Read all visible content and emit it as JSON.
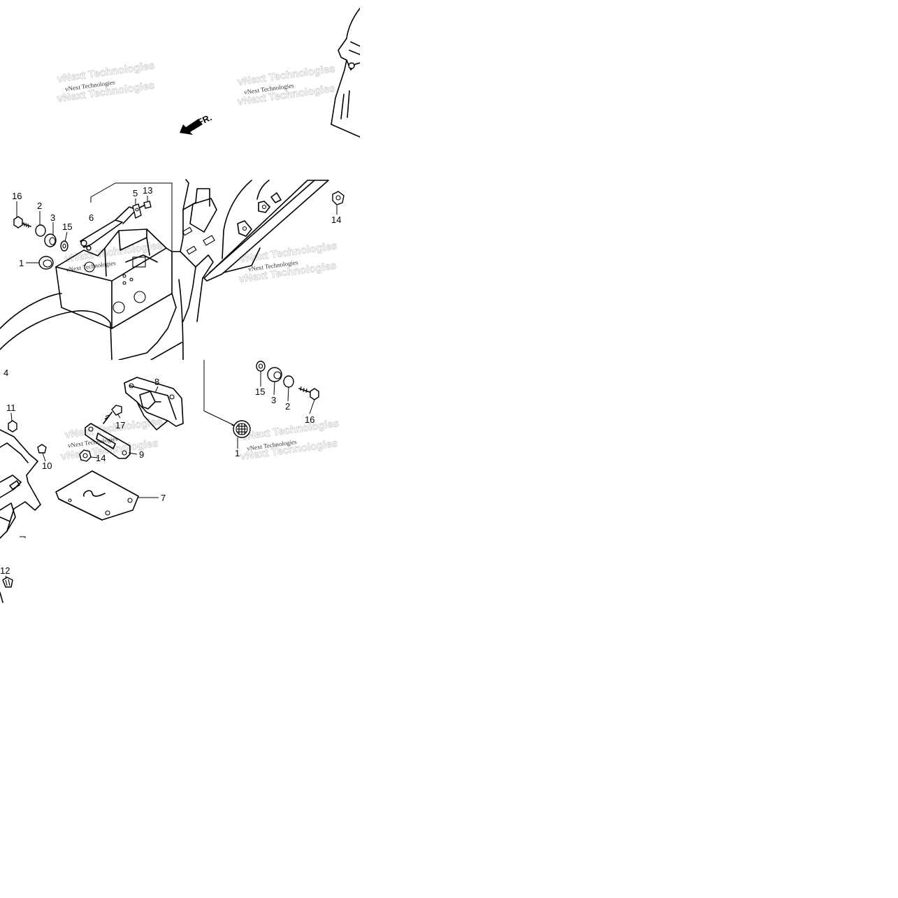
{
  "diagram": {
    "direction_label": "FR.",
    "watermark": "vNext Technologies",
    "callouts": {
      "c16a": "16",
      "c2a": "2",
      "c3a": "3",
      "c15a": "15",
      "c1a": "1",
      "c6": "6",
      "c5": "5",
      "c13": "13",
      "c14a": "14",
      "c4": "4",
      "c11": "11",
      "c10": "10",
      "c12": "12",
      "c8": "8",
      "c17": "17",
      "c9": "9",
      "c14b": "14",
      "c7": "7",
      "c15b": "15",
      "c3b": "3",
      "c2b": "2",
      "c16b": "16",
      "c1b": "1"
    }
  }
}
